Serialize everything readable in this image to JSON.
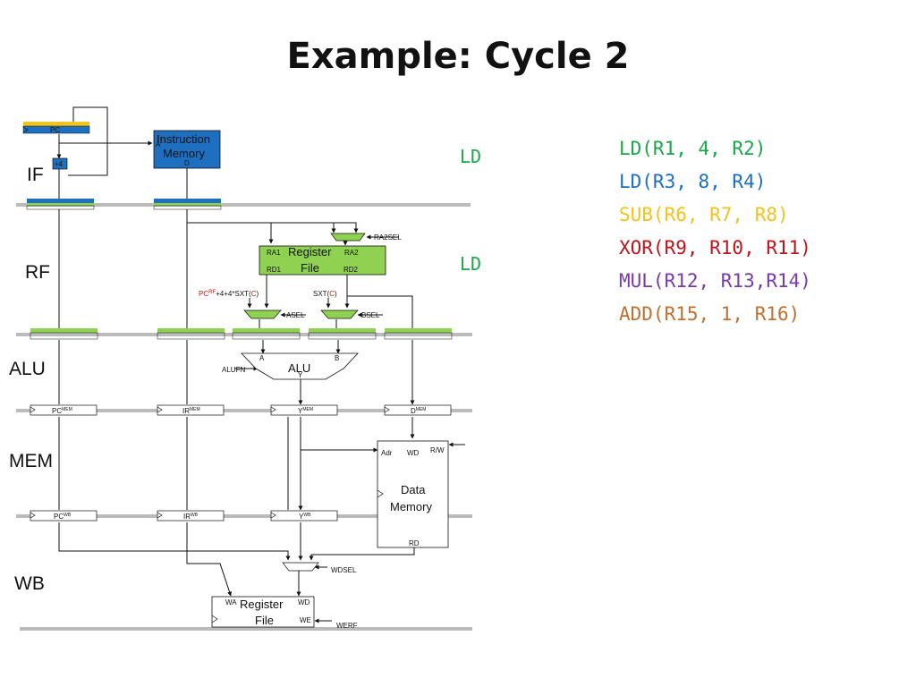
{
  "title": "Example: Cycle 2",
  "stages": [
    "IF",
    "RF",
    "ALU",
    "MEM",
    "WB"
  ],
  "stage_instructions": {
    "if": "LD",
    "rf": "LD"
  },
  "colors": {
    "green": "#1aa64a",
    "blue": "#1f6fbf",
    "yellow": "#f2c31c",
    "red": "#c0141c",
    "purple": "#7a3aa8",
    "orange": "#c07030",
    "block_blue": "#1e6fbf",
    "block_green": "#8fd150",
    "pipe_gray": "#bbbbbb"
  },
  "instructions": [
    {
      "text": "LD(R1, 4, R2)",
      "color": "#1aa64a"
    },
    {
      "text": "LD(R3, 8, R4)",
      "color": "#1f6fbf"
    },
    {
      "text": "SUB(R6, R7, R8)",
      "color": "#f2c31c"
    },
    {
      "text": "XOR(R9, R10, R11)",
      "color": "#c0141c"
    },
    {
      "text": "MUL(R12, R13,R14)",
      "color": "#7a3aa8"
    },
    {
      "text": "ADD(R15, 1, R16)",
      "color": "#c07030"
    }
  ],
  "labels": {
    "pc": "PC",
    "plus4": "+4",
    "a": "A",
    "d": "D",
    "imem_line1": "Instruction",
    "imem_line2": "Memory",
    "ra2sel": "RA2SEL",
    "ra1": "RA1",
    "ra2": "RA2",
    "rd1": "RD1",
    "rd2": "RD2",
    "rf_line1": "Register",
    "rf_line2": "File",
    "pc_rf_base": "PC",
    "pc_rf_sup": "RF",
    "pc_rf_rest": "+4+4*SXT(",
    "c": "C",
    "close_paren": ")",
    "sxt_open": "SXT(",
    "asel": "ASEL",
    "bsel": "BSEL",
    "alu_a": "A",
    "alu_b": "B",
    "alufn": "ALUFN",
    "alu": "ALU",
    "alu_y": "Y",
    "pc_mem": "PC",
    "pc_mem_sup": "MEM",
    "ir_mem": "IR",
    "ir_mem_sup": "MEM",
    "y_mem": "Y",
    "y_mem_sup": "MEM",
    "d_mem": "D",
    "d_mem_sup": "MEM",
    "adr": "Adr",
    "wd": "WD",
    "rw": "R/W",
    "dmem_line1": "Data",
    "dmem_line2": "Memory",
    "rd": "RD",
    "pc_wb": "PC",
    "pc_wb_sup": "WB",
    "ir_wb": "IR",
    "ir_wb_sup": "WB",
    "y_wb": "Y",
    "y_wb_sup": "WB",
    "wdsel": "WDSEL",
    "wa": "WA",
    "wb_wd": "WD",
    "we": "WE",
    "werf": "WERF",
    "wbrf_line1": "Register",
    "wbrf_line2": "File"
  }
}
